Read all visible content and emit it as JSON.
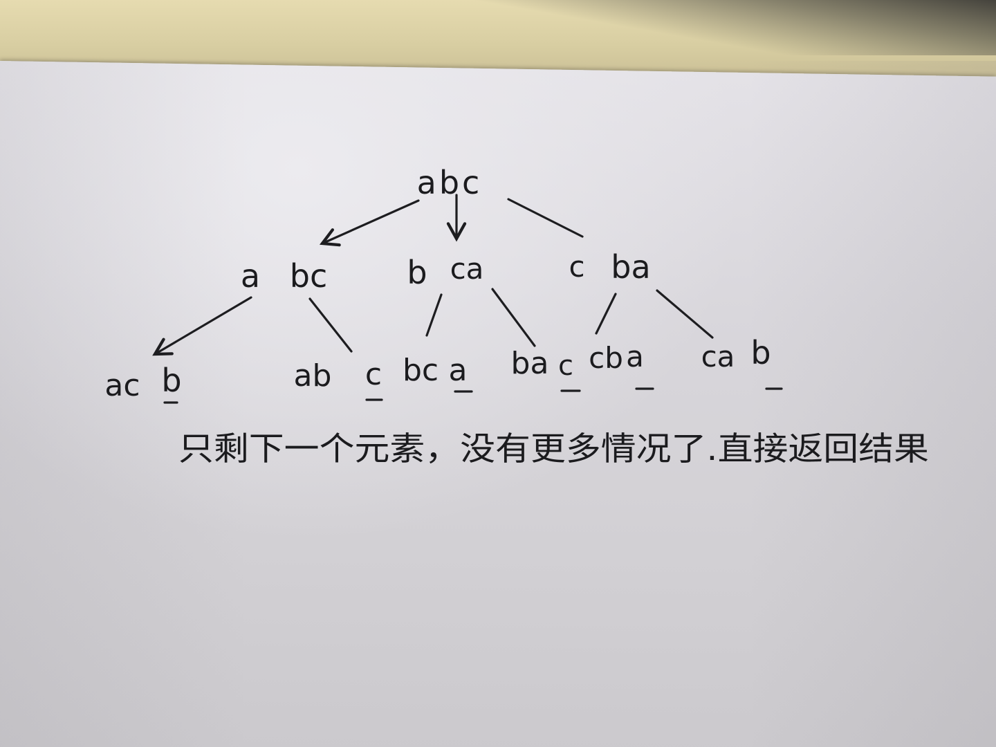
{
  "tree": {
    "root": "abc",
    "level1": [
      {
        "prefix": "a",
        "rest": "bc"
      },
      {
        "prefix": "b",
        "rest": "ca"
      },
      {
        "prefix": "c",
        "rest": "ba"
      }
    ],
    "level2": [
      {
        "prefix": "ac",
        "last": "b"
      },
      {
        "prefix": "ab",
        "last": "c"
      },
      {
        "prefix": "bc",
        "last": "a"
      },
      {
        "prefix": "ba",
        "last": "c"
      },
      {
        "prefix": "cb",
        "last": "a"
      },
      {
        "prefix": "ca",
        "last": "b"
      }
    ]
  },
  "note": "只剩下一个元素，没有更多情况了.直接返回结果",
  "colors": {
    "ink": "#1b1b1e",
    "paper": "#dcdadf",
    "desk": "#d8cea2"
  }
}
